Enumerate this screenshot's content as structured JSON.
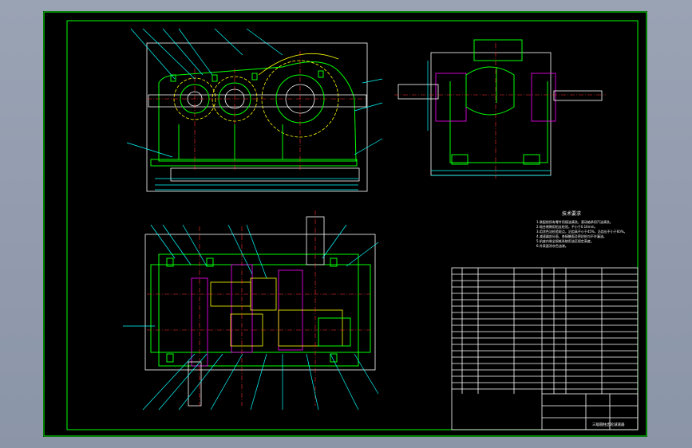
{
  "drawing": {
    "tech_req_title": "技术要求",
    "tech_req_lines": [
      "1.装配前所有零件用煤油清洗，滚动轴承用汽油清洗。",
      "2.啮合侧隙用铅丝检验，不小于0.16mm。",
      "3.用涂色法检验斑点，沿齿高不小于45%，沿齿长不小于60%。",
      "4.减速器剖分面、各接触面及密封处均不许漏油。",
      "5.机座内装全损耗系统用油至规定高度。",
      "6.外表面涂灰色油漆。"
    ],
    "title_block_name": "三级圆柱齿轮减速器",
    "colors": {
      "frame": "#00ff00",
      "outline": "#ffffff",
      "center": "#ff3030",
      "hatch": "#ff00ff",
      "dim": "#00ffff",
      "gear": "#ffff00",
      "sheet": "#000000",
      "window": "#9aa3b4"
    }
  }
}
